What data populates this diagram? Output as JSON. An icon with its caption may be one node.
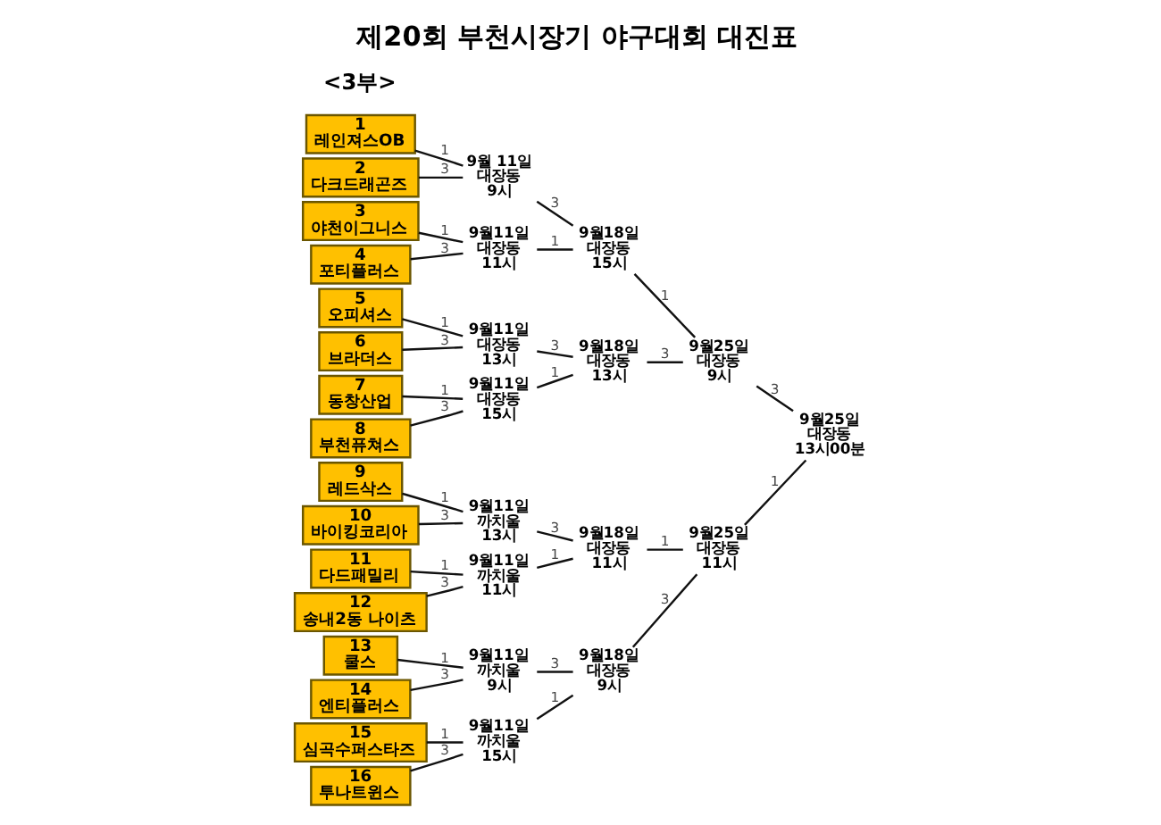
{
  "diagram": {
    "title": "제20회 부천시장기 야구대회 대진표",
    "nodes": [
      {
        "text": [
          "9월25일",
          "대장동",
          "13시00분"
        ]
      },
      {
        "text": [
          "9월25일",
          "대장동",
          "9시"
        ]
      },
      {
        "text": [
          "9월25일",
          "대장동",
          "11시"
        ]
      },
      {
        "text": [
          "9월18일",
          "대장동",
          "15시"
        ]
      },
      {
        "text": [
          "9월18일",
          "대장동",
          "13시"
        ]
      },
      {
        "text": [
          "9월18일",
          "대장동",
          "11시"
        ]
      },
      {
        "text": [
          "9월18일",
          "대장동",
          "9시"
        ]
      },
      {
        "text": [
          "9월 11일",
          "대장동",
          "9시"
        ]
      },
      {
        "text": [
          "9월11일",
          "대장동",
          "11시"
        ]
      },
      {
        "text": [
          "9월11일",
          "대장동",
          "13시"
        ]
      },
      {
        "text": [
          "9월11일",
          "대장동",
          "15시"
        ]
      },
      {
        "text": [
          "9월11일",
          "까치울",
          "13시"
        ]
      },
      {
        "text": [
          "9월11일",
          "까치울",
          "11시"
        ]
      },
      {
        "text": [
          "9월11일",
          "까치울",
          "9시"
        ]
      },
      {
        "text": [
          "9월11일",
          "까치울",
          "15시"
        ]
      },
      {
        "text": [
          "1",
          "레인져스OB"
        ]
      },
      {
        "text": [
          "2",
          "다크드래곤즈"
        ]
      },
      {
        "text": [
          "3",
          "야천이그니스"
        ]
      },
      {
        "text": [
          "4",
          "포티플러스"
        ]
      },
      {
        "text": [
          "5",
          "오피셔스"
        ]
      },
      {
        "text": [
          "6",
          "브라더스"
        ]
      },
      {
        "text": [
          "7",
          "동창산업"
        ]
      },
      {
        "text": [
          "8",
          "부천퓨쳐스"
        ]
      },
      {
        "text": [
          "9",
          "레드삭스"
        ]
      },
      {
        "text": [
          "10",
          "바이킹코리아"
        ]
      },
      {
        "text": [
          "11",
          "다드패밀리"
        ]
      },
      {
        "text": [
          "12",
          "송내2동 나이츠"
        ]
      },
      {
        "text": [
          "13",
          "쿨스"
        ]
      },
      {
        "text": [
          "14",
          "엔티플러스"
        ]
      },
      {
        "text": [
          "15",
          "심곡수퍼스타즈"
        ]
      },
      {
        "text": [
          "16",
          "투나트윈스"
        ]
      }
    ],
    "edges": [
      {
        "from": 15,
        "to": 7,
        "arrow": "none",
        "label": "1"
      },
      {
        "from": 16,
        "to": 7,
        "arrow": "none",
        "label": "3"
      },
      {
        "from": 17,
        "to": 8,
        "arrow": "none",
        "label": "1"
      },
      {
        "from": 18,
        "to": 8,
        "arrow": "none",
        "label": "3"
      },
      {
        "from": 19,
        "to": 9,
        "arrow": "none",
        "label": "1"
      },
      {
        "from": 20,
        "to": 9,
        "arrow": "none",
        "label": "3"
      },
      {
        "from": 21,
        "to": 10,
        "arrow": "none",
        "label": "1"
      },
      {
        "from": 22,
        "to": 10,
        "arrow": "none",
        "label": "3"
      },
      {
        "from": 23,
        "to": 11,
        "arrow": "none",
        "label": "1"
      },
      {
        "from": 24,
        "to": 11,
        "arrow": "none",
        "label": "3"
      },
      {
        "from": 25,
        "to": 12,
        "arrow": "none",
        "label": "1"
      },
      {
        "from": 26,
        "to": 12,
        "arrow": "none",
        "label": "3"
      },
      {
        "from": 27,
        "to": 13,
        "arrow": "none",
        "label": "1"
      },
      {
        "from": 28,
        "to": 13,
        "arrow": "none",
        "label": "3"
      },
      {
        "from": 29,
        "to": 14,
        "arrow": "none",
        "label": "1"
      },
      {
        "from": 30,
        "to": 14,
        "arrow": "none",
        "label": "3"
      },
      {
        "from": 7,
        "to": 3,
        "arrow": "none",
        "label": "3"
      },
      {
        "from": 8,
        "to": 3,
        "arrow": "none",
        "label": "1"
      },
      {
        "from": 9,
        "to": 4,
        "arrow": "none",
        "label": "3"
      },
      {
        "from": 10,
        "to": 4,
        "arrow": "none",
        "label": "1"
      },
      {
        "from": 11,
        "to": 5,
        "arrow": "none",
        "label": "3"
      },
      {
        "from": 12,
        "to": 5,
        "arrow": "none",
        "label": "1"
      },
      {
        "from": 13,
        "to": 6,
        "arrow": "none",
        "label": "3"
      },
      {
        "from": 14,
        "to": 6,
        "arrow": "none",
        "label": "1"
      },
      {
        "from": 3,
        "to": 1,
        "arrow": "none",
        "label": "1"
      },
      {
        "from": 4,
        "to": 1,
        "arrow": "none",
        "label": "3"
      },
      {
        "from": 5,
        "to": 2,
        "arrow": "none",
        "label": "1"
      },
      {
        "from": 6,
        "to": 2,
        "arrow": "none",
        "label": "3"
      },
      {
        "from": 1,
        "to": 0,
        "arrow": "none",
        "label": "3"
      },
      {
        "from": 2,
        "to": 0,
        "arrow": "none",
        "label": "1"
      }
    ],
    "labels": [
      "<3부>"
    ]
  }
}
